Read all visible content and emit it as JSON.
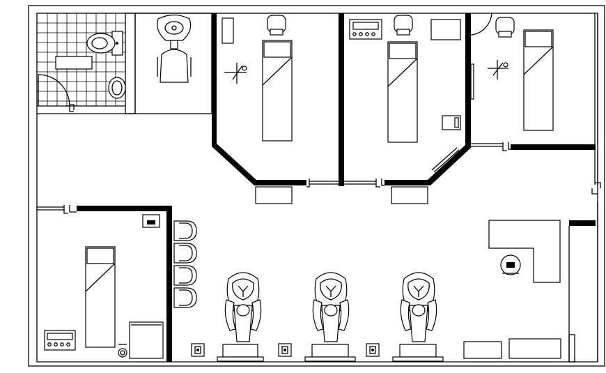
{
  "plan": {
    "kind": "salon floor plan",
    "rooms": [
      {
        "id": "washroom",
        "fixtures": [
          "toilet",
          "wash-basin",
          "bathtub",
          "door-swing"
        ]
      },
      {
        "id": "treatment-room-1",
        "fixtures": [
          "bed",
          "chair",
          "cabinet",
          "hair-dryer"
        ]
      },
      {
        "id": "treatment-room-2",
        "fixtures": [
          "bed",
          "chair",
          "control-panel",
          "cabinet",
          "side-table"
        ]
      },
      {
        "id": "treatment-room-3",
        "fixtures": [
          "bed",
          "chair",
          "hair-dryer",
          "door-swing"
        ]
      },
      {
        "id": "treatment-room-4",
        "fixtures": [
          "bed",
          "control-panel",
          "cabinet",
          "sink"
        ]
      },
      {
        "id": "wash-area",
        "fixtures": [
          "wash-basin",
          "chair"
        ]
      },
      {
        "id": "styling-area",
        "fixtures": [
          "salon-chair",
          "salon-chair",
          "salon-chair",
          "footrest",
          "footrest",
          "footrest"
        ]
      },
      {
        "id": "waiting-area",
        "fixtures": [
          "waiting-chair",
          "waiting-chair",
          "waiting-chair",
          "waiting-chair"
        ]
      },
      {
        "id": "reception",
        "fixtures": [
          "reception-desk",
          "office-chair",
          "counter",
          "counter"
        ]
      }
    ],
    "styling_chair_count": 3,
    "waiting_chair_count": 4,
    "control_panel_buttons": 4
  }
}
